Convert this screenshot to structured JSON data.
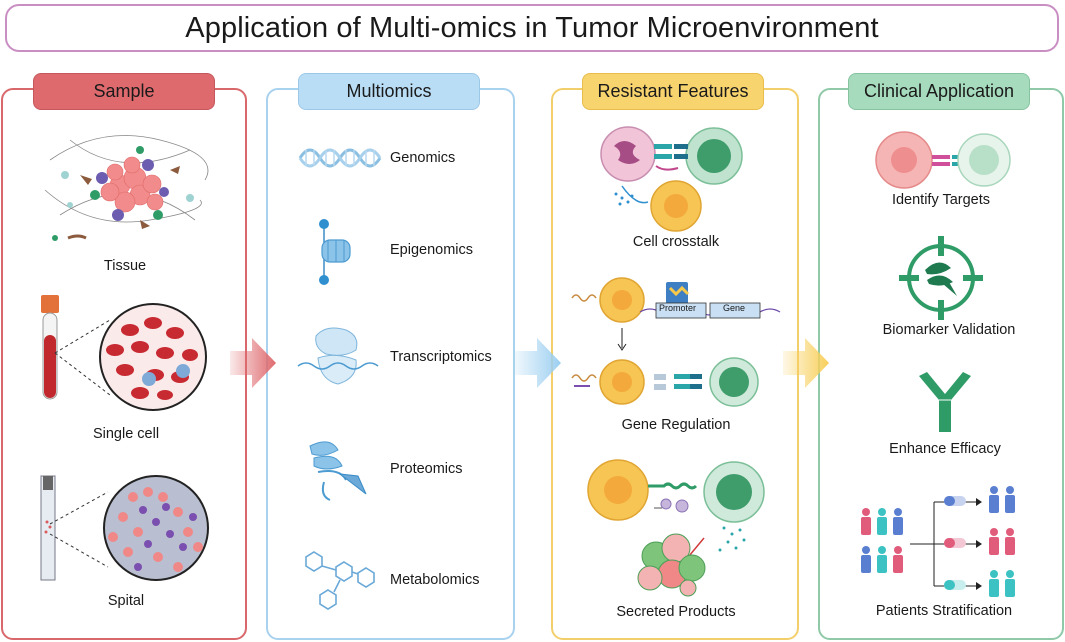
{
  "title": "Application of Multi-omics in Tumor Microenvironment",
  "columns": [
    {
      "header": "Sample",
      "items": [
        "Tissue",
        "Single cell",
        "Spital"
      ]
    },
    {
      "header": "Multiomics",
      "items": [
        "Genomics",
        "Epigenomics",
        "Transcriptomics",
        "Proteomics",
        "Metabolomics"
      ]
    },
    {
      "header": "Resistant Features",
      "items": [
        "Cell crosstalk",
        "Gene Regulation",
        "Secreted Products"
      ]
    },
    {
      "header": "Clinical Application",
      "items": [
        "Identify Targets",
        "Biomarker Validation",
        "Enhance Efficacy",
        "Patients Stratification"
      ]
    }
  ],
  "gene_diagram": {
    "promoter": "Promoter",
    "gene": "Gene"
  },
  "colors": {
    "sample": "#df6a6e",
    "multiomics": "#b9ddf5",
    "resistant": "#f8d46e",
    "clinical": "#a6dbbd",
    "title_border": "#c98fc3"
  }
}
